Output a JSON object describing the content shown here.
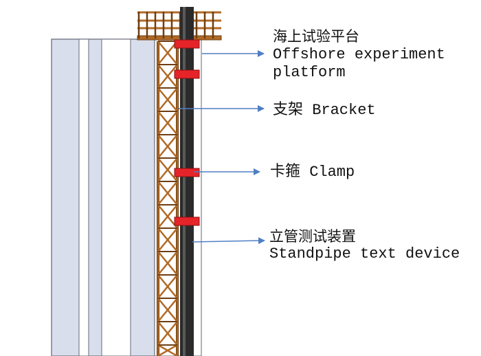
{
  "colors": {
    "steel": "#b06a26",
    "steel_dark": "#6e3d10",
    "steel_light": "#d08a42",
    "pipe": "#2b2b2b",
    "clamp": "#e5242a",
    "wall_fill": "#d9deec",
    "wall_edge": "#7c7f8c",
    "arrow": "#4f7fc4"
  },
  "labels": {
    "platform_cn": "海上试验平台",
    "platform_en_1": "Offshore experiment",
    "platform_en_2": "platform",
    "bracket": "支架 Bracket",
    "clamp": "卡箍 Clamp",
    "device_cn": "立管测试装置",
    "device_en": "Standpipe text device"
  }
}
